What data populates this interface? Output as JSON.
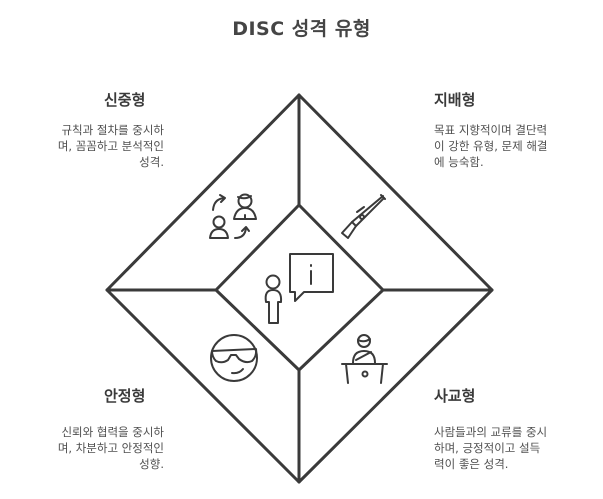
{
  "title": "DISC 성격 유형",
  "quadrants": {
    "top_left": {
      "label": "신중형",
      "description": "규칙과 절차를 중시하\n며, 꼼꼼하고 분석적인\n성격.",
      "icon": "people-exchange-icon"
    },
    "top_right": {
      "label": "지배형",
      "description": "목표 지향적이며 결단력\n이 강한 유형, 문제 해결\n에 능숙함.",
      "icon": "rifle-icon"
    },
    "bottom_left": {
      "label": "안정형",
      "description": "신뢰와 협력을 중시하\n며, 차분하고 안정적인\n성향.",
      "icon": "sunglasses-face-icon"
    },
    "bottom_right": {
      "label": "사교형",
      "description": "사람들과의 교류를 중시\n하며, 긍정적이고 설득\n력이 좋은 성격.",
      "icon": "speaker-podium-icon"
    }
  },
  "center": {
    "icon": "person-info-speech-icon"
  },
  "colors": {
    "stroke": "#3a3a3a",
    "text": "#3d3d3d",
    "background": "#ffffff"
  }
}
